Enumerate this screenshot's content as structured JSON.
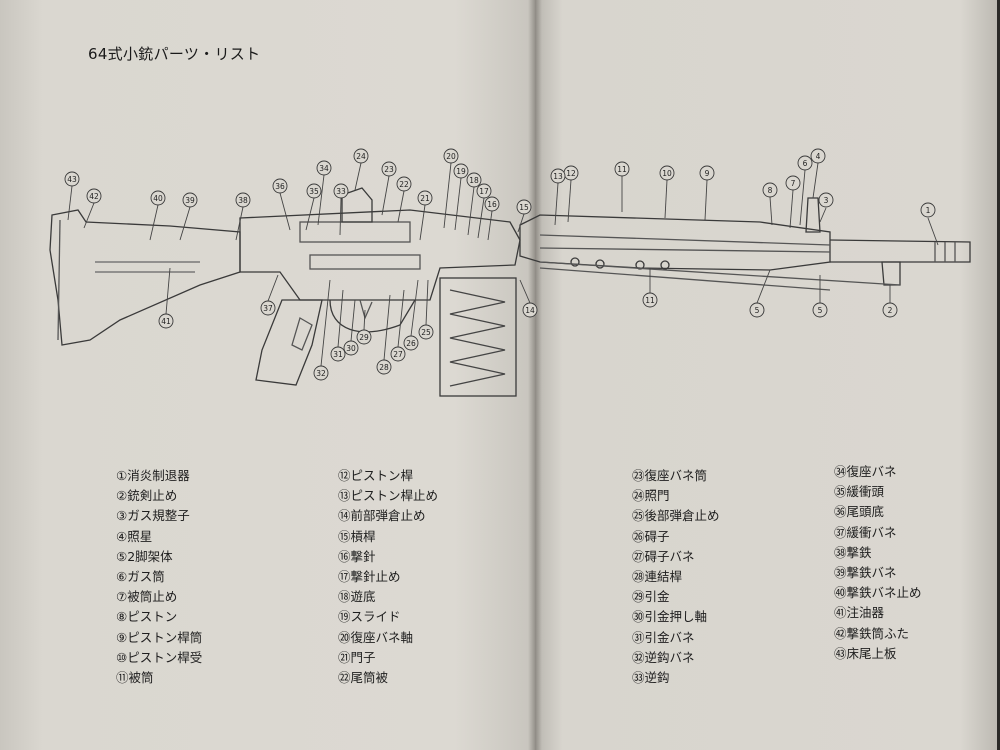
{
  "title": "64式小銃パーツ・リスト",
  "callout_numbers": [
    "1",
    "2",
    "3",
    "4",
    "5",
    "5",
    "6",
    "7",
    "8",
    "9",
    "10",
    "11",
    "11",
    "12",
    "13",
    "14",
    "15",
    "16",
    "17",
    "18",
    "19",
    "20",
    "21",
    "22",
    "23",
    "24",
    "25",
    "26",
    "27",
    "28",
    "29",
    "30",
    "31",
    "32",
    "33",
    "34",
    "35",
    "36",
    "37",
    "38",
    "39",
    "40",
    "41",
    "42",
    "43"
  ],
  "parts_columns": [
    [
      "①消炎制退器",
      "②銃剣止め",
      "③ガス規整子",
      "④照星",
      "⑤2脚架体",
      "⑥ガス筒",
      "⑦被筒止め",
      "⑧ピストン",
      "⑨ピストン桿筒",
      "⑩ピストン桿受",
      "⑪被筒"
    ],
    [
      "⑫ピストン桿",
      "⑬ピストン桿止め",
      "⑭前部弾倉止め",
      "⑮槓桿",
      "⑯撃針",
      "⑰撃針止め",
      "⑱遊底",
      "⑲スライド",
      "⑳復座バネ軸",
      "㉑門子",
      "㉒尾筒被"
    ],
    [
      "㉓復座バネ筒",
      "㉔照門",
      "㉕後部弾倉止め",
      "㉖碍子",
      "㉗碍子バネ",
      "㉘連結桿",
      "㉙引金",
      "㉚引金押し軸",
      "㉛引金バネ",
      "㉜逆鈎バネ",
      "㉝逆鈎"
    ],
    [
      "㉞復座バネ",
      "㉟緩衝頭",
      "㊱尾頭底",
      "㊲緩衝バネ",
      "㊳撃鉄",
      "㊴撃鉄バネ",
      "㊵撃鉄バネ止め",
      "㊶注油器",
      "㊷撃鉄筒ふた",
      "㊸床尾上板"
    ]
  ]
}
